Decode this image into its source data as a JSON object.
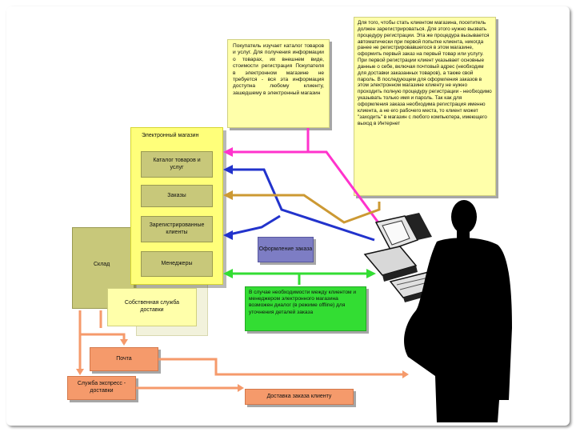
{
  "diagram": {
    "shop_title": "Электронный магазин",
    "catalog": "Каталог товаров и услуг",
    "orders": "Заказы",
    "registered_clients": "Зарегистрированные клиенты",
    "managers": "Менеджеры",
    "warehouse": "Склад",
    "own_delivery": "Собственная служба доставки",
    "mail": "Почта",
    "express_delivery": "Служба экспресс - доставки",
    "delivery_to_client": "Доставка заказа клиенту",
    "order_placement": "Оформление заказа",
    "buyer_note": "Покупатель изучает каталог товаров и услуг. Для получения информации о товарах, их внешнем виде, стоимости регистрация Покупателя в электронном магазине не требуется - вся эта информация доступна любому клиенту, зашедшему в электронный магазин",
    "registration_note": "Для того, чтобы стать клиентом магазина, посетитель должен зарегистрироваться. Для этого нужно вызвать процедуру регистрации. Эта же процедура вызывается автоматически при первой попытке клиента, никогда ранее не регистрировавшегося в этом магазине, оформить первый заказ на первый товар или услугу. При первой регистрации клиент указывает основные данные о себе, включая почтовый адрес (необходим для доставки заказанных товаров), а также свой пароль. В последующем для оформления заказов в этом электронном магазине клиенту не нужно проходить полную процедуру регистрации - необходимо указывать только имя и пароль. Так как для оформления заказа необходима регистрация именно клиента, а не его рабочего места, то клиент может \"заходить\" в магазин с любого компьютера, имеющего выход в Интернет",
    "dialog_note": "В случае необходимости между клиентом и менеджером электронного магазина возможен диалог (в режиме offline) для уточнения деталей заказа"
  },
  "colors": {
    "yellow": "#ffff7a",
    "pink": "#ff33cc",
    "blue": "#2233cc",
    "brown": "#cc9933",
    "green": "#33dd33",
    "salmon": "#f59a6b",
    "olive": "#c8c87a",
    "purple": "#7d7dc4",
    "notes": "#ffffaa"
  }
}
